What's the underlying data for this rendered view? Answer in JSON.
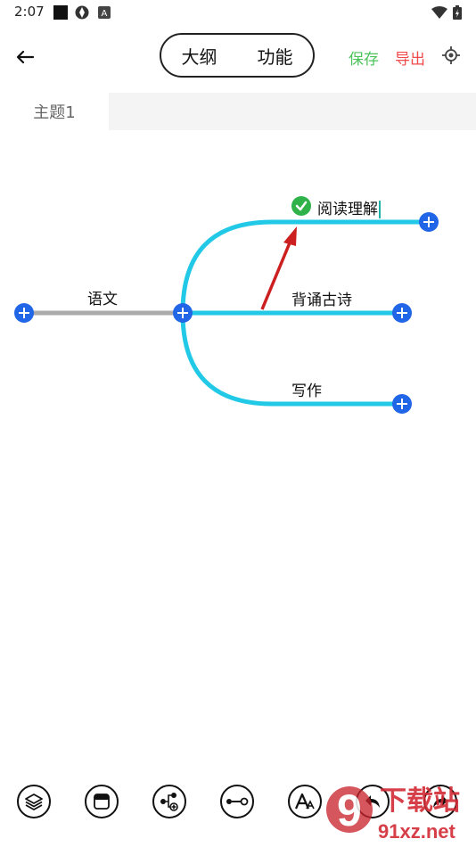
{
  "status_bar": {
    "time": "2:07",
    "icons": [
      "square-notification-icon",
      "aperture-icon",
      "a-badge-icon",
      "wifi-icon",
      "battery-charging-icon"
    ]
  },
  "header": {
    "back_icon": "arrow-left-icon",
    "tabs": [
      {
        "label": "大纲"
      },
      {
        "label": "功能"
      }
    ],
    "save_label": "保存",
    "export_label": "导出",
    "locate_icon": "target-icon"
  },
  "document_tabs": [
    {
      "label": "主题1",
      "active": true
    }
  ],
  "mindmap": {
    "root": {
      "label": "语文"
    },
    "children": [
      {
        "label": "阅读理解",
        "editing": true,
        "checked": true
      },
      {
        "label": "背诵古诗"
      },
      {
        "label": "写作"
      }
    ]
  },
  "toolbar": {
    "tools": [
      {
        "icon": "layers-icon"
      },
      {
        "icon": "window-icon"
      },
      {
        "icon": "add-child-node-icon"
      },
      {
        "icon": "connector-icon"
      },
      {
        "icon": "font-size-icon"
      },
      {
        "icon": "undo-icon"
      },
      {
        "icon": "redo-icon"
      }
    ]
  },
  "watermark": {
    "text_top": "下载站",
    "text_bottom": "91xz.net",
    "logo_glyph": "9"
  },
  "colors": {
    "branch": "#22c9e6",
    "root_line": "#aaaaaa",
    "plus": "#2166e6",
    "save": "#4cc35a",
    "export": "#ef4b4b",
    "annotation_arrow": "#cc1f1f"
  }
}
